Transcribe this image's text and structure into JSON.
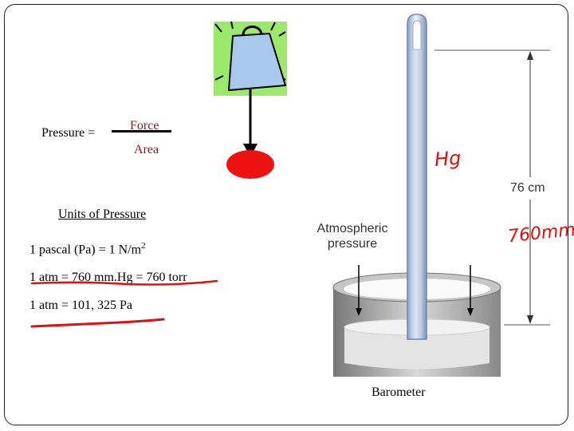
{
  "formula": {
    "lhs": "Pressure =",
    "numerator": "Force",
    "denominator": "Area"
  },
  "units": {
    "heading": "Units of Pressure",
    "pascal_prefix": "1 pascal (Pa) = 1 N/m",
    "pascal_exp": "2",
    "atm_torr": "1 atm = 760 mm.Hg = 760 torr",
    "atm_pa": "1 atm = 101, 325 Pa"
  },
  "barometer": {
    "atmospheric_line1": "Atmospheric",
    "atmospheric_line2": "pressure",
    "height_label": "76 cm",
    "caption": "Barometer"
  },
  "handwriting": {
    "hg": "Hg",
    "mm": "760mm"
  },
  "colors": {
    "formula_text": "#8b1a1a",
    "weight_bg": "#9be86b",
    "weight_fill": "#a9c8ee",
    "target": "#ee1111",
    "ink": "#dd1111"
  }
}
